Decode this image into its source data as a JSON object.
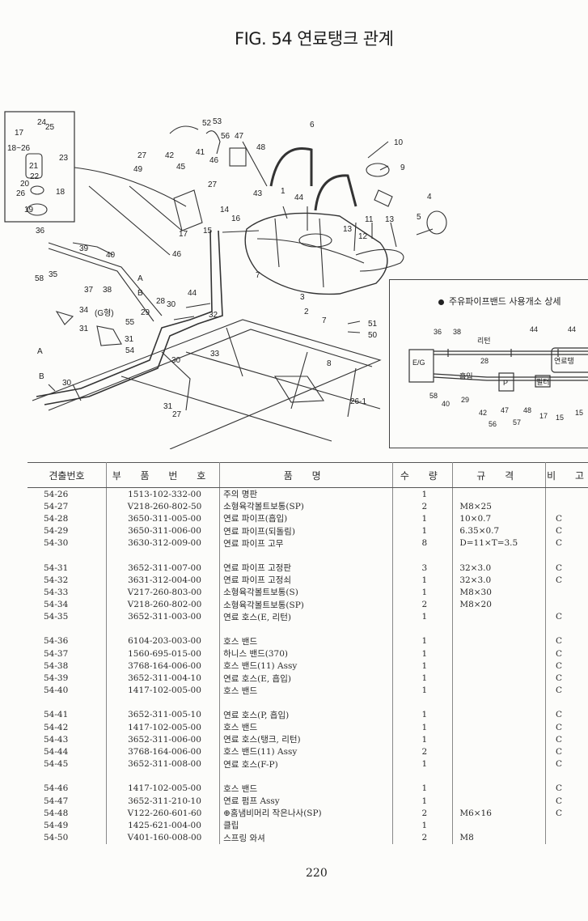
{
  "figure": {
    "title": "FIG. 54 연료탱크 관계",
    "detail_title": "주유파이프밴드 사용개소 상세",
    "callouts": [
      "17",
      "18~26",
      "24",
      "25",
      "23",
      "21",
      "22",
      "20",
      "26",
      "18",
      "19",
      "27",
      "42",
      "49",
      "45",
      "41",
      "52",
      "53",
      "56",
      "47",
      "48",
      "46",
      "27",
      "6",
      "10",
      "9",
      "4",
      "5",
      "43",
      "1",
      "44",
      "13",
      "11",
      "13",
      "12",
      "14",
      "16",
      "15",
      "17",
      "46",
      "36",
      "39",
      "40",
      "58",
      "35",
      "37",
      "38",
      "A",
      "B",
      "34",
      "55",
      "31",
      "31",
      "54",
      "28",
      "30",
      "29",
      "32",
      "44",
      "7",
      "3",
      "2",
      "7",
      "51",
      "50",
      "33",
      "8",
      "26-1",
      "30",
      "A",
      "B",
      "30",
      "31",
      "27",
      "(G형)"
    ],
    "detail_labels": [
      "36",
      "38",
      "리턴",
      "28",
      "44",
      "44",
      "E/G",
      "흡입",
      "58",
      "40",
      "29",
      "P",
      "필터",
      "연료탱",
      "42",
      "47",
      "48",
      "17",
      "15",
      "15",
      "56",
      "57"
    ]
  },
  "table": {
    "headers": [
      "견출번호",
      "부 품 번 호",
      "품          명",
      "수 량",
      "규     격",
      "비 고"
    ],
    "groups": [
      [
        {
          "no": "54-26",
          "part": "1513-102-332-00",
          "name": "주의 명판",
          "qty": "1",
          "spec": "",
          "note": ""
        },
        {
          "no": "54-27",
          "part": "V218-260-802-50",
          "name": "소형육각볼트보통(SP)",
          "qty": "2",
          "spec": "M8×25",
          "note": ""
        },
        {
          "no": "54-28",
          "part": "3650-311-005-00",
          "name": "연료 파이프(흡입)",
          "qty": "1",
          "spec": "10×0.7",
          "note": "C"
        },
        {
          "no": "54-29",
          "part": "3650-311-006-00",
          "name": "연료 파이프(되돌림)",
          "qty": "1",
          "spec": "6.35×0.7",
          "note": "C"
        },
        {
          "no": "54-30",
          "part": "3630-312-009-00",
          "name": "연료 파이프 고무",
          "qty": "8",
          "spec": "D=11×T=3.5",
          "note": "C"
        }
      ],
      [
        {
          "no": "54-31",
          "part": "3652-311-007-00",
          "name": "연료 파이프 고정판",
          "qty": "3",
          "spec": "32×3.0",
          "note": "C"
        },
        {
          "no": "54-32",
          "part": "3631-312-004-00",
          "name": "연료 파이프 고정쇠",
          "qty": "1",
          "spec": "32×3.0",
          "note": "C"
        },
        {
          "no": "54-33",
          "part": "V217-260-803-00",
          "name": "소형육각볼트보통(S)",
          "qty": "1",
          "spec": "M8×30",
          "note": ""
        },
        {
          "no": "54-34",
          "part": "V218-260-802-00",
          "name": "소형육각볼트보통(SP)",
          "qty": "2",
          "spec": "M8×20",
          "note": ""
        },
        {
          "no": "54-35",
          "part": "3652-311-003-00",
          "name": "연료 호스(E, 리턴)",
          "qty": "1",
          "spec": "",
          "note": "C"
        }
      ],
      [
        {
          "no": "54-36",
          "part": "6104-203-003-00",
          "name": "호스 밴드",
          "qty": "1",
          "spec": "",
          "note": "C"
        },
        {
          "no": "54-37",
          "part": "1560-695-015-00",
          "name": "하니스 밴드(370)",
          "qty": "1",
          "spec": "",
          "note": "C"
        },
        {
          "no": "54-38",
          "part": "3768-164-006-00",
          "name": "호스 밴드(11) Assy",
          "qty": "1",
          "spec": "",
          "note": "C"
        },
        {
          "no": "54-39",
          "part": "3652-311-004-10",
          "name": "연료 호스(E, 흡입)",
          "qty": "1",
          "spec": "",
          "note": "C"
        },
        {
          "no": "54-40",
          "part": "1417-102-005-00",
          "name": "호스 밴드",
          "qty": "1",
          "spec": "",
          "note": "C"
        }
      ],
      [
        {
          "no": "54-41",
          "part": "3652-311-005-10",
          "name": "연료 호스(P, 흡입)",
          "qty": "1",
          "spec": "",
          "note": "C"
        },
        {
          "no": "54-42",
          "part": "1417-102-005-00",
          "name": "호스 밴드",
          "qty": "1",
          "spec": "",
          "note": "C"
        },
        {
          "no": "54-43",
          "part": "3652-311-006-00",
          "name": "연료 호스(탱크, 리턴)",
          "qty": "1",
          "spec": "",
          "note": "C"
        },
        {
          "no": "54-44",
          "part": "3768-164-006-00",
          "name": "호스 밴드(11) Assy",
          "qty": "2",
          "spec": "",
          "note": "C"
        },
        {
          "no": "54-45",
          "part": "3652-311-008-00",
          "name": "연료 호스(F-P)",
          "qty": "1",
          "spec": "",
          "note": "C"
        }
      ],
      [
        {
          "no": "54-46",
          "part": "1417-102-005-00",
          "name": "호스 밴드",
          "qty": "1",
          "spec": "",
          "note": "C"
        },
        {
          "no": "54-47",
          "part": "3652-311-210-10",
          "name": "연료 펌프 Assy",
          "qty": "1",
          "spec": "",
          "note": "C"
        },
        {
          "no": "54-48",
          "part": "V122-260-601-60",
          "name": "⊕홈냄비머리 작은나사(SP)",
          "qty": "2",
          "spec": "M6×16",
          "note": "C"
        },
        {
          "no": "54-49",
          "part": "1425-621-004-00",
          "name": "클립",
          "qty": "1",
          "spec": "",
          "note": ""
        },
        {
          "no": "54-50",
          "part": "V401-160-008-00",
          "name": "스프링 와셔",
          "qty": "2",
          "spec": "M8",
          "note": ""
        }
      ]
    ]
  },
  "page_number": "220"
}
